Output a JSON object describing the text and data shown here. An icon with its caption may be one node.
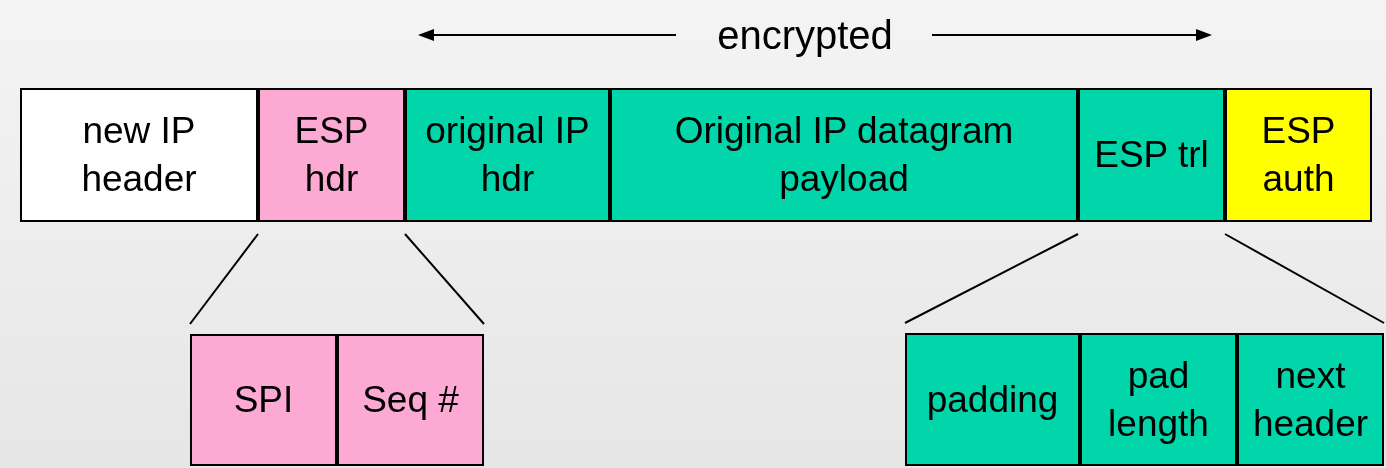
{
  "diagram": {
    "nodes": [
      {
        "text": [
          "new IP header"
        ]
      },
      {
        "text": [
          "ESP hdr"
        ]
      },
      {
        "text": [
          "original IP hdr"
        ]
      },
      {
        "text": [
          "Original IP datagram payload"
        ]
      },
      {
        "text": [
          "ESP trl"
        ]
      },
      {
        "text": [
          "ESP auth"
        ]
      },
      {
        "text": [
          "SPI"
        ]
      },
      {
        "text": [
          "Seq #"
        ]
      },
      {
        "text": [
          "padding"
        ]
      },
      {
        "text": [
          "pad length"
        ]
      },
      {
        "text": [
          "next header"
        ]
      }
    ],
    "edges": [
      {
        "from": 1,
        "to": 6,
        "arrow": "none"
      },
      {
        "from": 1,
        "to": 7,
        "arrow": "none"
      },
      {
        "from": 4,
        "to": 8,
        "arrow": "none"
      },
      {
        "from": 4,
        "to": 10,
        "arrow": "none"
      }
    ],
    "labels": [
      "encrypted"
    ]
  }
}
